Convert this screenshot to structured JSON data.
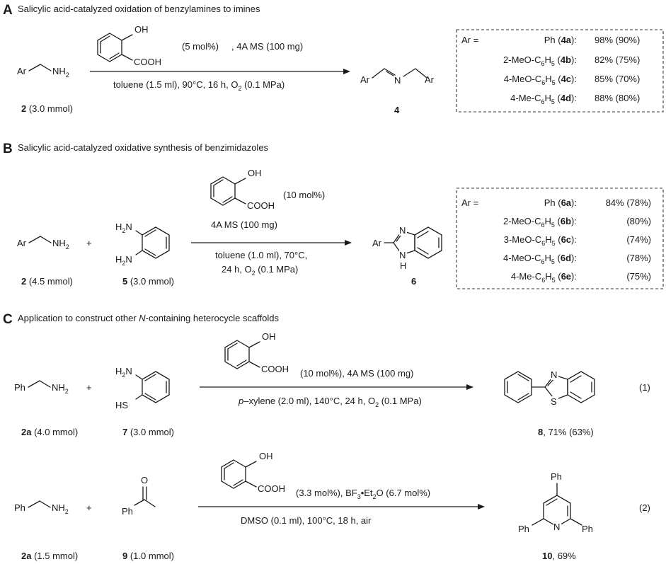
{
  "section_a": {
    "letter": "A",
    "title": "Salicylic acid-catalyzed oxidation of benzylamines to imines",
    "catalyst_oh": "OH",
    "catalyst_cooh": "COOH",
    "catalyst_loading": "(5 mol%)",
    "additive": ", 4A MS (100 mg)",
    "conditions": "toluene (1.5 ml), 90°C, 16 h, O",
    "conditions_sub": "2",
    "conditions_end": " (0.1 MPa)",
    "reactant_ar": "Ar",
    "reactant_nh2": "NH",
    "reactant_nh2_sub": "2",
    "reactant_label_num": "2",
    "reactant_label_amt": " (3.0 mmol)",
    "product_ar1": "Ar",
    "product_n": "N",
    "product_ar2": "Ar",
    "product_label": "4",
    "table": {
      "head": "Ar =",
      "rows": [
        {
          "pre": "Ph (",
          "sub": "",
          "post": "",
          "id": "4a",
          "yield": "98% (90%)"
        },
        {
          "pre": "2-MeO-C",
          "sub": "6",
          "mid": "H",
          "sub2": "5",
          "post": " (",
          "id": "4b",
          "yield": "82% (75%)"
        },
        {
          "pre": "4-MeO-C",
          "sub": "6",
          "mid": "H",
          "sub2": "5",
          "post": " (",
          "id": "4c",
          "yield": "85% (70%)"
        },
        {
          "pre": "4-Me-C",
          "sub": "6",
          "mid": "H",
          "sub2": "5",
          "post": " (",
          "id": "4d",
          "yield": "88% (80%)"
        }
      ]
    }
  },
  "section_b": {
    "letter": "B",
    "title": "Salicylic acid-catalyzed oxidative synthesis of benzimidazoles",
    "catalyst_oh": "OH",
    "catalyst_cooh": "COOH",
    "catalyst_loading": "(10 mol%)",
    "additive": "4A MS (100 mg)",
    "conditions_1": "toluene (1.0 ml), 70°C,",
    "conditions_2": "24 h, O",
    "conditions_2_sub": "2",
    "conditions_2_end": " (0.1 MPa)",
    "reactant1_ar": "Ar",
    "reactant1_nh2": "NH",
    "reactant1_nh2_sub": "2",
    "plus": "+",
    "reactant2_h2n_top": "H",
    "reactant2_h2n_top_sub": "2",
    "reactant2_h2n_top_end": "N",
    "reactant2_h2n_bot": "H",
    "reactant2_h2n_bot_sub": "2",
    "reactant2_h2n_bot_end": "N",
    "reactant1_label_num": "2",
    "reactant1_label_amt": " (4.5 mmol)",
    "reactant2_label_num": "5",
    "reactant2_label_amt": " (3.0 mmol)",
    "product_ar": "Ar",
    "product_n": "N",
    "product_nh_n": "N",
    "product_nh_h": "H",
    "product_label": "6",
    "table": {
      "head": "Ar =",
      "rows": [
        {
          "pre": "Ph (",
          "sub": "",
          "id": "6a",
          "yield": "84% (78%)"
        },
        {
          "pre": "2-MeO-C",
          "sub": "6",
          "mid": "H",
          "sub2": "5",
          "post": " (",
          "id": "6b",
          "yield": "(80%)"
        },
        {
          "pre": "3-MeO-C",
          "sub": "6",
          "mid": "H",
          "sub2": "5",
          "post": " (",
          "id": "6c",
          "yield": "(74%)"
        },
        {
          "pre": "4-MeO-C",
          "sub": "6",
          "mid": "H",
          "sub2": "5",
          "post": " (",
          "id": "6d",
          "yield": "(78%)"
        },
        {
          "pre": "4-Me-C",
          "sub": "6",
          "mid": "H",
          "sub2": "5",
          "post": " (",
          "id": "6e",
          "yield": "(75%)"
        }
      ]
    }
  },
  "section_c": {
    "letter": "C",
    "title_pre": "Application to construct other ",
    "title_italic": "N",
    "title_post": "-containing heterocycle scaffolds",
    "rxn1": {
      "catalyst_oh": "OH",
      "catalyst_cooh": "COOH",
      "catalyst_loading": "(10 mol%), 4A MS (100 mg)",
      "cond_italic": "p",
      "cond_pre": "–xylene (2.0 ml), 140°C, 24 h, O",
      "cond_sub": "2",
      "cond_end": " (0.1 MPa)",
      "reactant1_ph": "Ph",
      "reactant1_nh2": "NH",
      "reactant1_nh2_sub": "2",
      "plus": "+",
      "reactant2_h2n": "H",
      "reactant2_h2n_sub": "2",
      "reactant2_h2n_end": "N",
      "reactant2_hs": "HS",
      "reactant1_label_num": "2a",
      "reactant1_label_amt": " (4.0 mmol)",
      "reactant2_label_num": "7",
      "reactant2_label_amt": " (3.0 mmol)",
      "product_n": "N",
      "product_s": "S",
      "product_label_num": "8",
      "product_label_yield": ", 71% (63%)",
      "eq": "(1)"
    },
    "rxn2": {
      "catalyst_oh": "OH",
      "catalyst_cooh": "COOH",
      "catalyst_loading_pre": "(3.3 mol%), BF",
      "catalyst_loading_sub": "3",
      "catalyst_loading_mid": "•Et",
      "catalyst_loading_sub2": "2",
      "catalyst_loading_end": "O (6.7 mol%)",
      "conditions": "DMSO (0.1 ml), 100°C, 18 h, air",
      "reactant1_ph": "Ph",
      "reactant1_nh2": "NH",
      "reactant1_nh2_sub": "2",
      "plus": "+",
      "reactant2_o": "O",
      "reactant2_ph": "Ph",
      "reactant1_label_num": "2a",
      "reactant1_label_amt": " (1.5 mmol)",
      "reactant2_label_num": "9",
      "reactant2_label_amt": " (1.0 mmol)",
      "product_ph_top": "Ph",
      "product_ph_left": "Ph",
      "product_n": "N",
      "product_ph_right": "Ph",
      "product_label_num": "10",
      "product_label_yield": ", 69%",
      "eq": "(2)"
    }
  }
}
